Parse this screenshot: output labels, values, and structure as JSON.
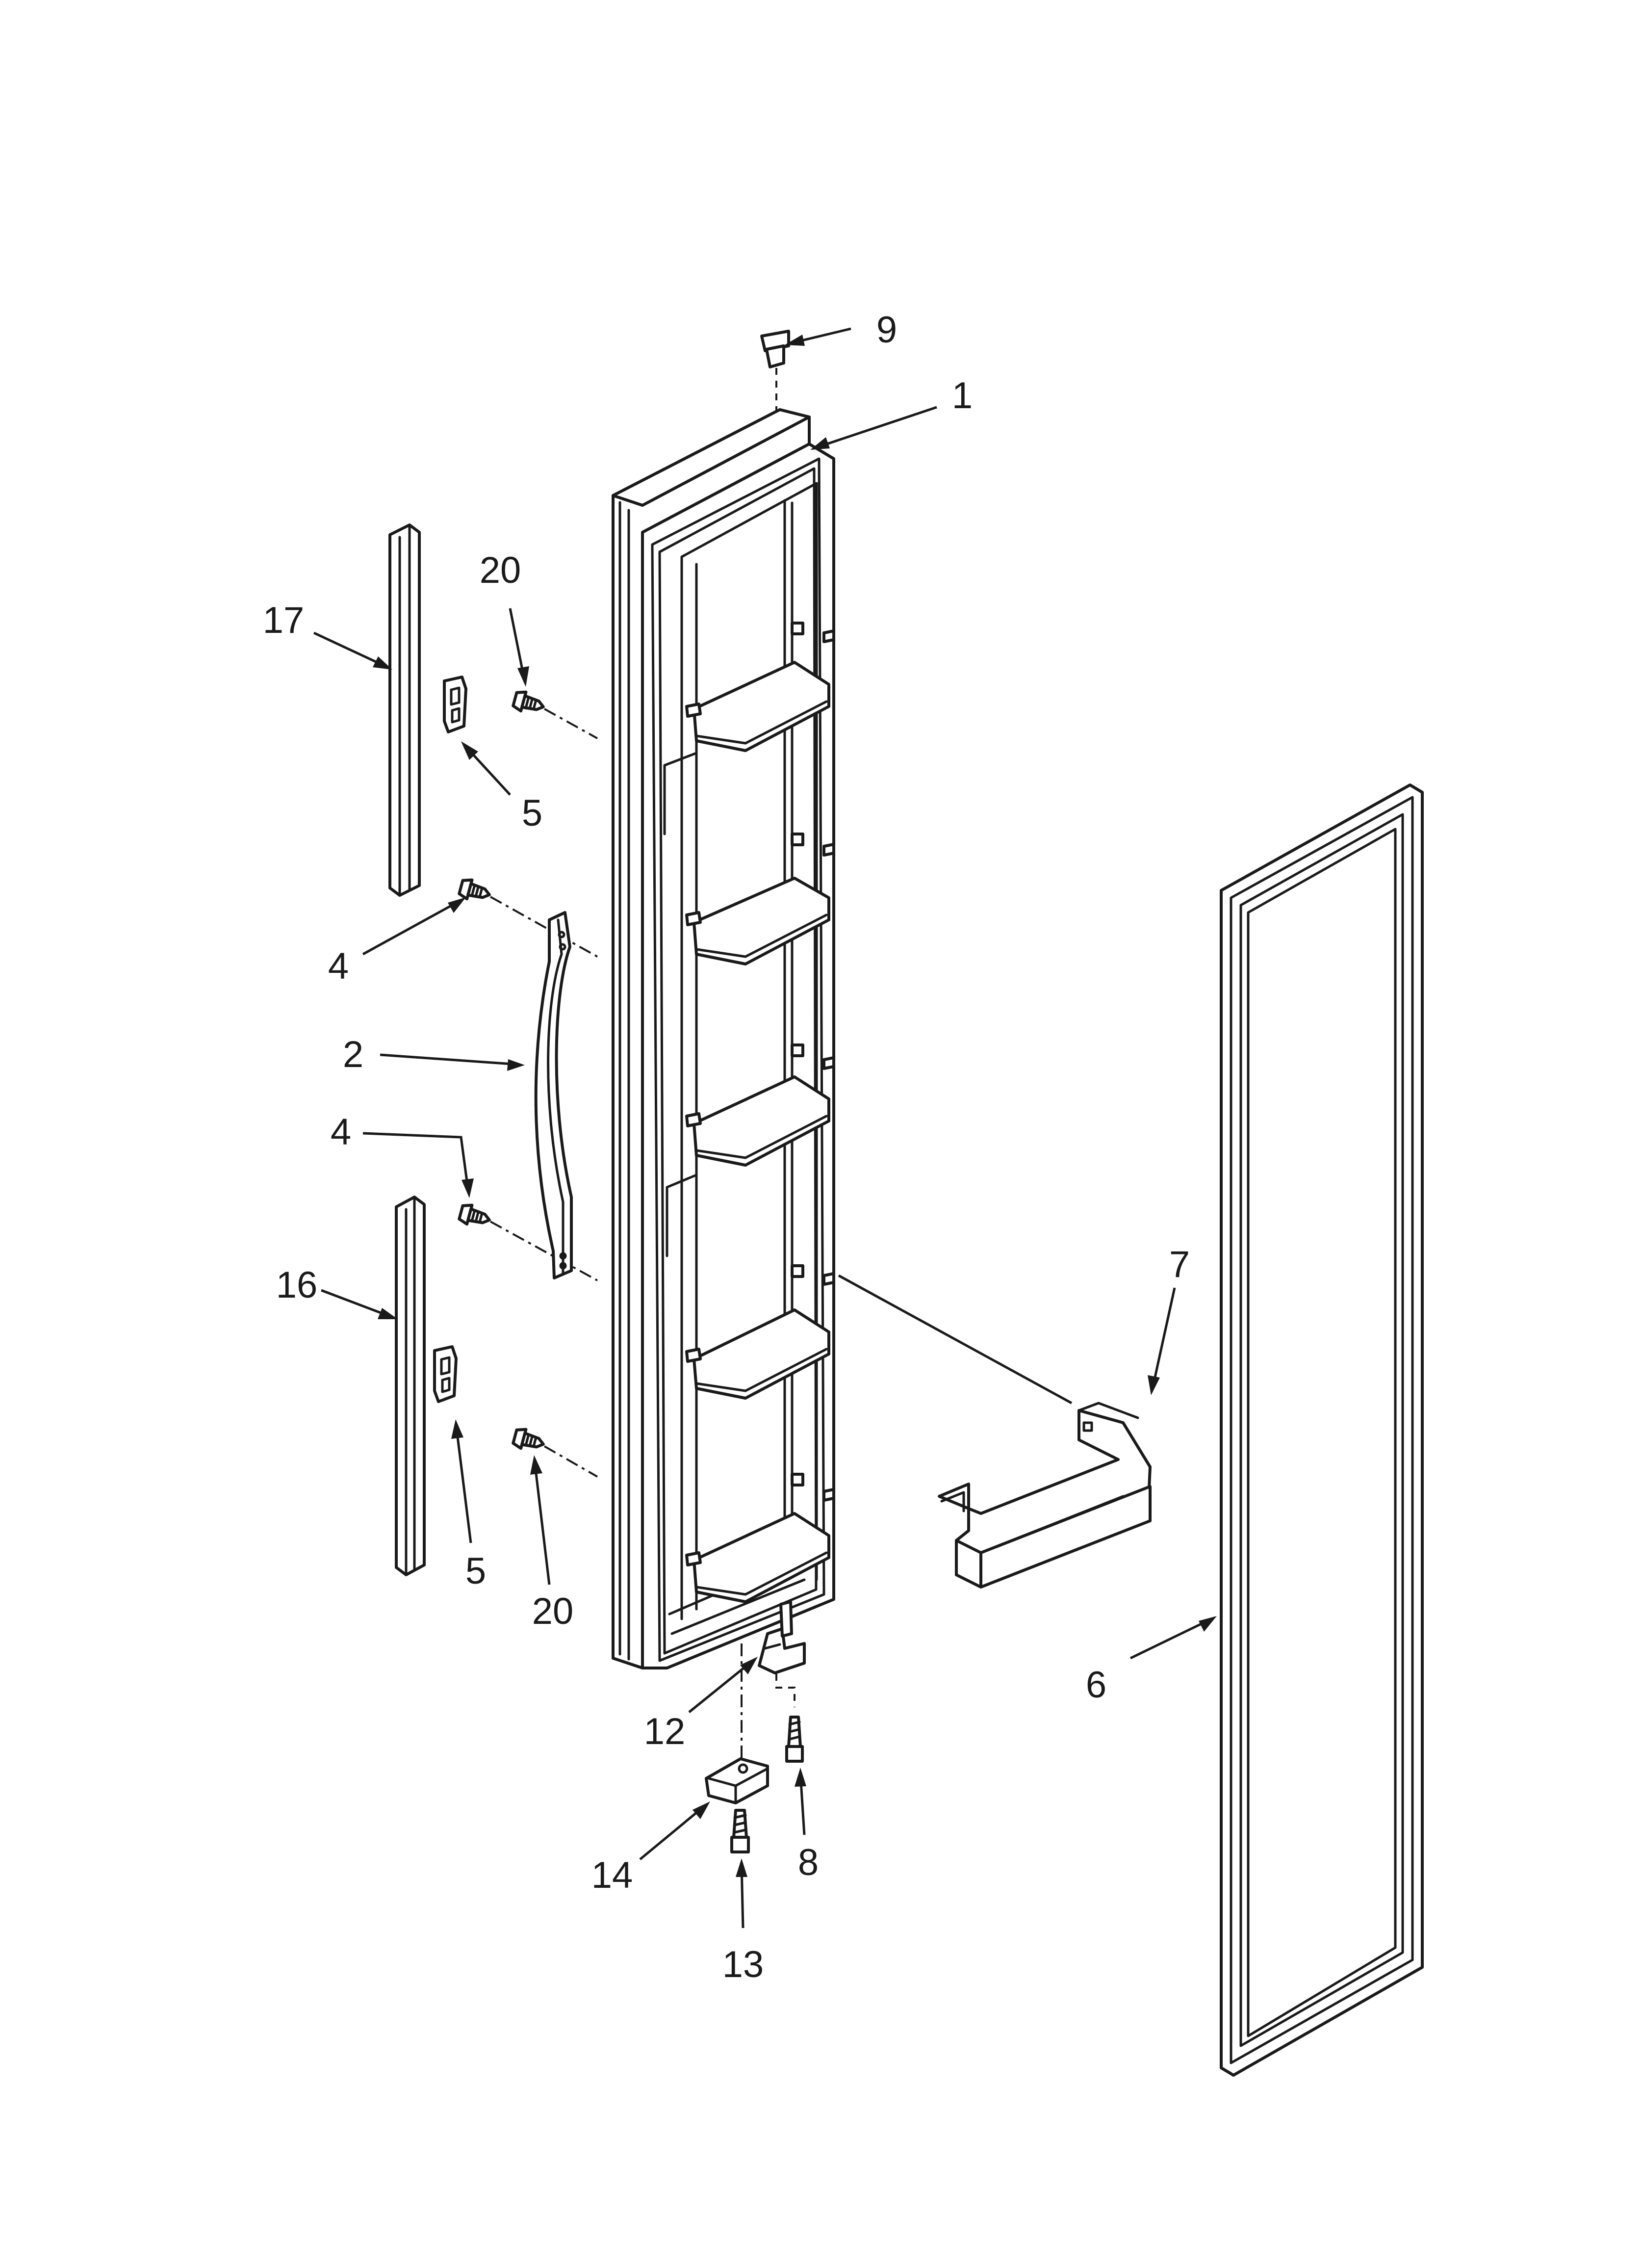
{
  "callouts": {
    "c1": "1",
    "c2": "2",
    "c4a": "4",
    "c4b": "4",
    "c5a": "5",
    "c5b": "5",
    "c6": "6",
    "c7": "7",
    "c8": "8",
    "c9": "9",
    "c12": "12",
    "c13": "13",
    "c14": "14",
    "c16": "16",
    "c17": "17",
    "c20a": "20",
    "c20b": "20"
  },
  "parts": {
    "door": "door-panel-icon",
    "handle": "door-handle-icon",
    "gasket": "door-gasket-icon",
    "bin": "door-bin-icon",
    "trim_upper": "upper-trim-strip-icon",
    "trim_lower": "lower-trim-strip-icon",
    "clip": "trim-clip-icon",
    "screw": "screw-icon",
    "hinge_pin": "hinge-pin-icon",
    "hinge": "lower-hinge-icon",
    "hinge_bracket": "hinge-bracket-icon",
    "plug": "top-plug-icon"
  }
}
